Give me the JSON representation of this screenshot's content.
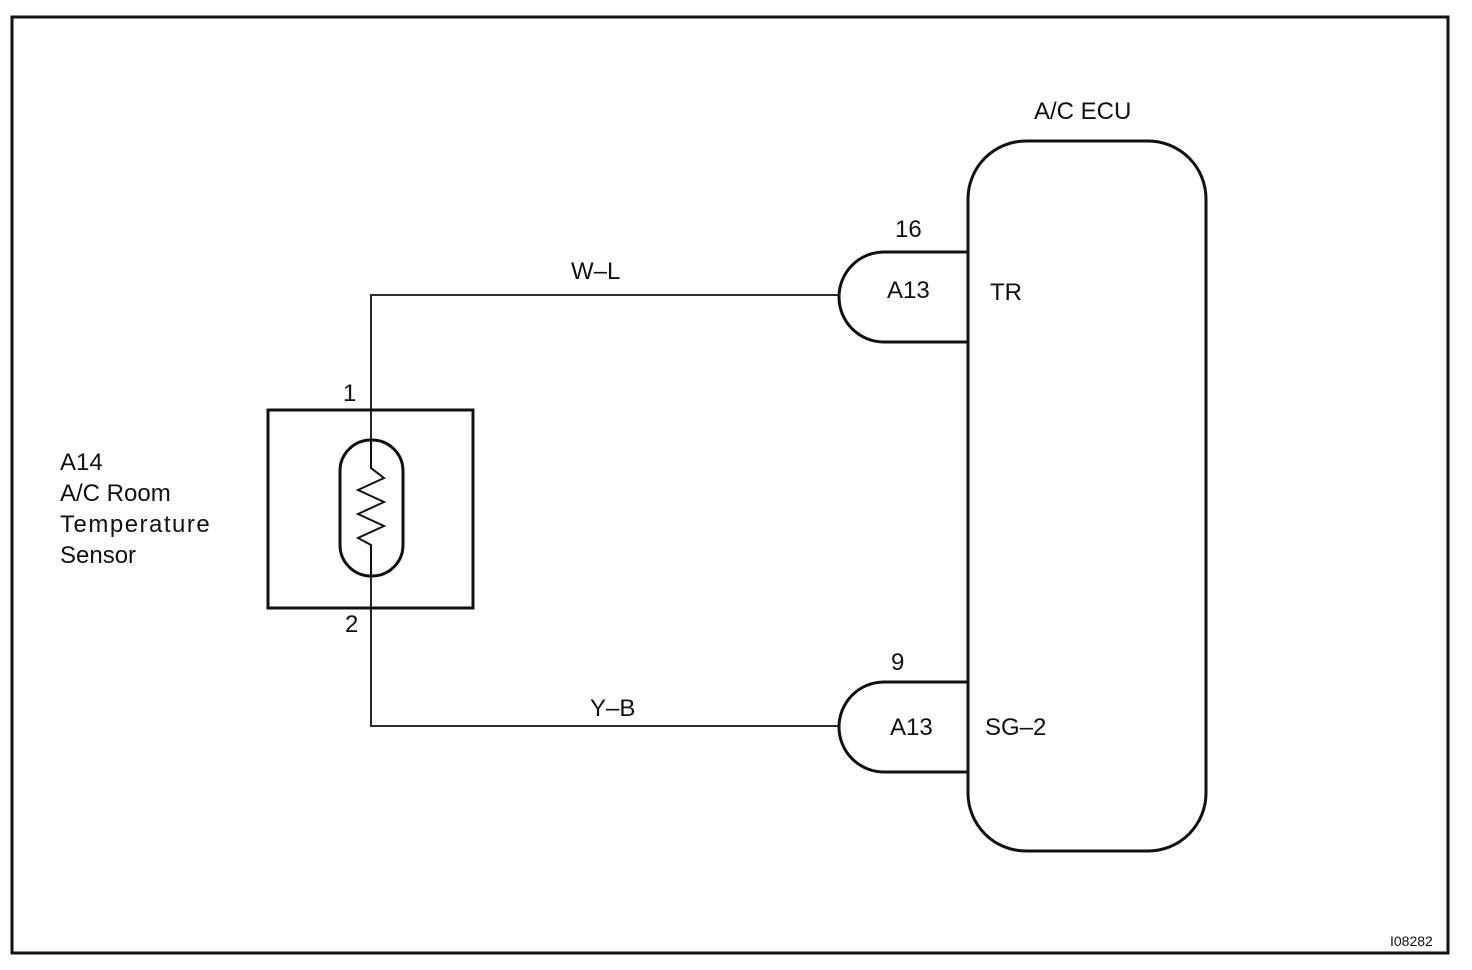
{
  "colors": {
    "line": "#111111",
    "background": "#ffffff"
  },
  "sensor": {
    "code": "A14",
    "name_line1": "A/C Room",
    "name_line2": "Temperature",
    "name_line3": "Sensor",
    "pin_top": "1",
    "pin_bottom": "2",
    "icon": "thermistor-icon"
  },
  "ecu": {
    "title": "A/C ECU"
  },
  "connectors": [
    {
      "pin": "16",
      "code": "A13",
      "terminal": "TR",
      "wire": "W–L"
    },
    {
      "pin": "9",
      "code": "A13",
      "terminal": "SG–2",
      "wire": "Y–B"
    }
  ],
  "figure_id": "I08282"
}
